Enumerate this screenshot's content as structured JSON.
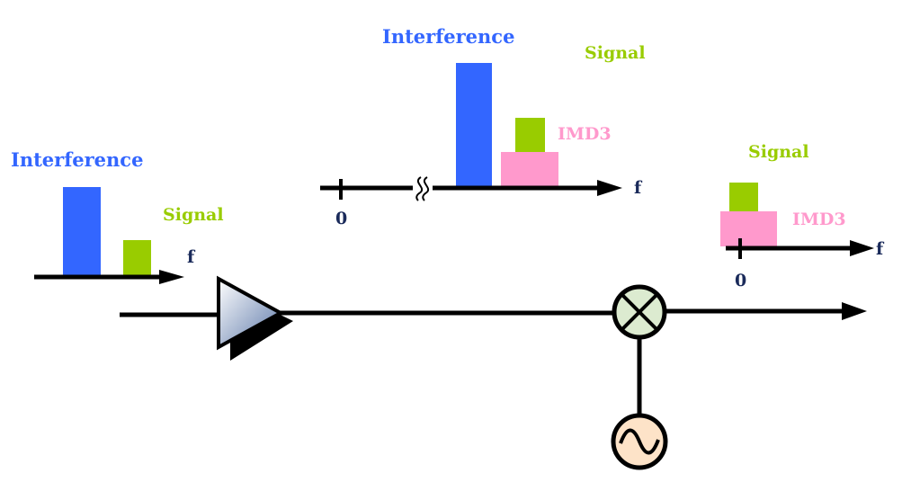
{
  "colors": {
    "interference": "#3366ff",
    "signal": "#99cc00",
    "imd3": "#ff99cc",
    "axis_text": "#1a2a5a",
    "line": "#000000",
    "mixer_fill": "#dcebd0",
    "oscillator_fill": "#fde3c8"
  },
  "spectrum_input": {
    "interference_label": "Interference",
    "signal_label": "Signal",
    "axis_label": "f"
  },
  "spectrum_after_amplifier": {
    "interference_label": "Interference",
    "signal_label": "Signal",
    "imd3_label": "IMD3",
    "axis_label": "f",
    "origin_label": "0"
  },
  "spectrum_after_mixer": {
    "signal_label": "Signal",
    "imd3_label": "IMD3",
    "axis_label": "f",
    "origin_label": "0"
  },
  "icons": {
    "amplifier": "amplifier-triangle-icon",
    "mixer": "mixer-multiply-icon",
    "oscillator": "oscillator-sine-icon"
  }
}
